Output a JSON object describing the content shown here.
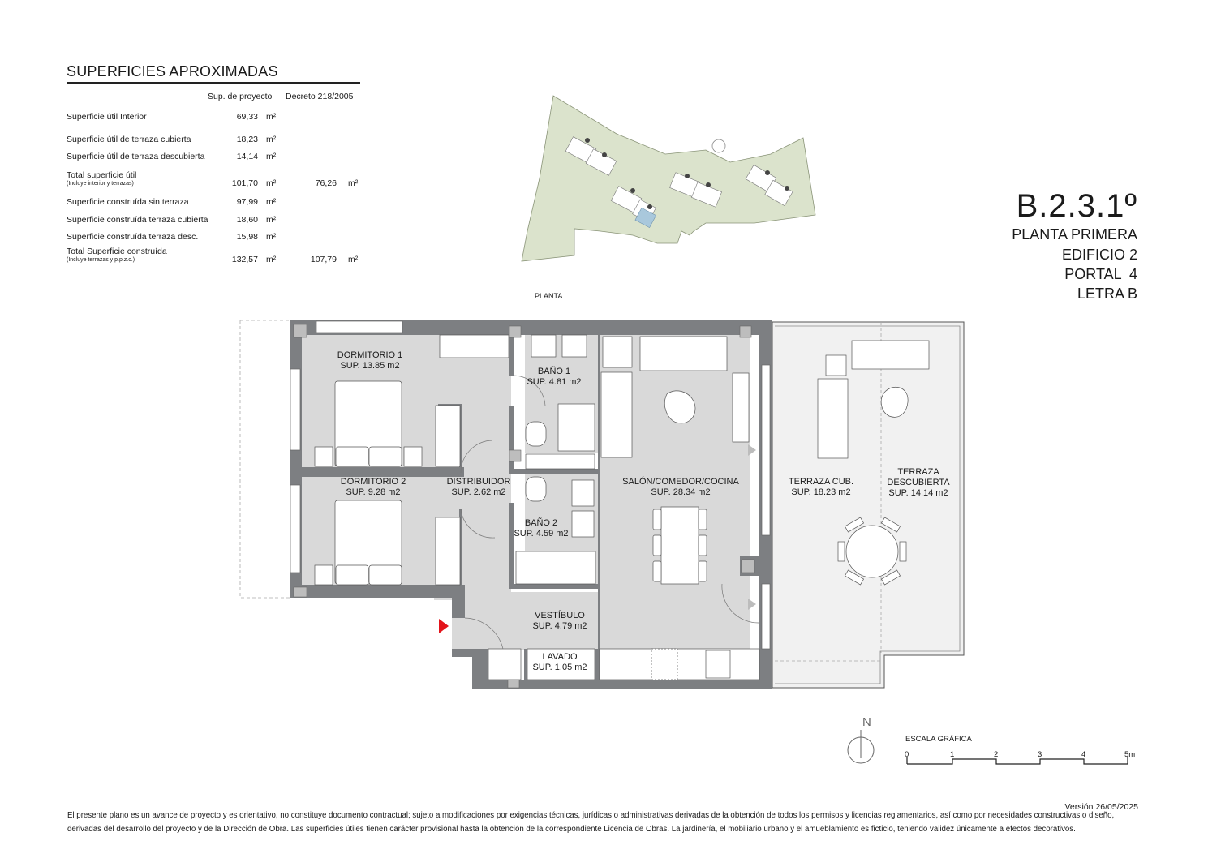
{
  "surfaces": {
    "title": "SUPERFICIES APROXIMADAS",
    "col_project": "Sup. de proyecto",
    "col_decree": "Decreto 218/2005",
    "unit": "m²",
    "rows": [
      {
        "label": "Superficie útil Interior",
        "sub": "",
        "project": "69,33",
        "decree": ""
      },
      {
        "label": "Superficie útil de terraza cubierta",
        "sub": "",
        "project": "18,23",
        "decree": ""
      },
      {
        "label": "Superficie útil de terraza descubierta",
        "sub": "",
        "project": "14,14",
        "decree": ""
      },
      {
        "label": "Total superficie útil",
        "sub": "(Incluye interior y terrazas)",
        "project": "101,70",
        "decree": "76,26"
      },
      {
        "label": "Superficie construída sin terraza",
        "sub": "",
        "project": "97,99",
        "decree": ""
      },
      {
        "label": "Superficie construída terraza cubierta",
        "sub": "",
        "project": "18,60",
        "decree": ""
      },
      {
        "label": "Superficie construída terraza desc.",
        "sub": "",
        "project": "15,98",
        "decree": ""
      },
      {
        "label": "Total Superficie construída",
        "sub": "(Incluye terrazas y p.p.z.c.)",
        "project": "132,57",
        "decree": "107,79"
      }
    ]
  },
  "unit_info": {
    "code": "B.2.3.1º",
    "floor": "PLANTA PRIMERA",
    "building": "EDIFICIO 2",
    "portal": "PORTAL  4",
    "letter": "LETRA B"
  },
  "site_plan": {
    "ground_color": "#dbe3cc",
    "highlight_color": "#a9c8dc"
  },
  "plan": {
    "label": "PLANTA",
    "rooms": [
      {
        "name": "DORMITORIO 1",
        "area": "SUP. 13.85 m2"
      },
      {
        "name": "DORMITORIO 2",
        "area": "SUP. 9.28 m2"
      },
      {
        "name": "DISTRIBUIDOR",
        "area": "SUP. 2.62 m2"
      },
      {
        "name": "BAÑO 1",
        "area": "SUP. 4.81 m2"
      },
      {
        "name": "BAÑO 2",
        "area": "SUP. 4.59 m2"
      },
      {
        "name": "SALÓN/COMEDOR/COCINA",
        "area": "SUP. 28.34 m2"
      },
      {
        "name": "VESTÍBULO",
        "area": "SUP. 4.79 m2"
      },
      {
        "name": "LAVADO",
        "area": "SUP. 1.05 m2"
      },
      {
        "name": "TERRAZA CUB.",
        "area": "SUP. 18.23 m2"
      },
      {
        "name": "TERRAZA\nDESCUBIERTA",
        "area": "SUP. 14.14 m2"
      }
    ],
    "colors": {
      "wall": "#7d7f82",
      "floor_interior": "#d9d9d9",
      "floor_terrace": "#f1f1f1",
      "entrance_arrow": "#e3141b"
    }
  },
  "compass": {
    "label": "N"
  },
  "scale": {
    "title": "ESCALA GRÁFICA",
    "ticks": [
      "0",
      "1",
      "2",
      "3",
      "4",
      "5m"
    ]
  },
  "version": "Versión 26/05/2025",
  "disclaimer": "El presente plano es un avance de proyecto y es orientativo, no constituye documento contractual; sujeto a modificaciones por exigencias técnicas, jurídicas o administrativas derivadas de la obtención de todos los permisos y licencias reglamentarios, así como por necesidades constructivas o diseño, derivadas del desarrollo del proyecto y de la Dirección de Obra. Las superficies útiles tienen carácter provisional hasta la obtención de la correspondiente Licencia de Obras. La jardinería, el mobiliario urbano y el amueblamiento es ficticio, teniendo validez únicamente a efectos decorativos."
}
